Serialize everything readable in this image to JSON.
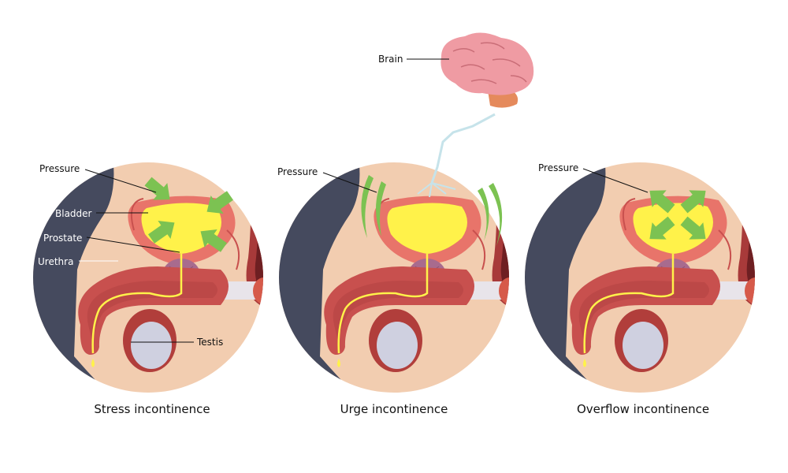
{
  "labels": {
    "brain": "Brain",
    "pressure": "Pressure",
    "bladder": "Bladder",
    "prostate": "Prostate",
    "urethra": "Urethra",
    "testis": "Testis"
  },
  "panels": [
    {
      "caption": "Stress incontinence"
    },
    {
      "caption": "Urge incontinence"
    },
    {
      "caption": "Overflow incontinence"
    }
  ],
  "colors": {
    "skin": "#f2cdb0",
    "background_body": "#454a5e",
    "tissue": "#c8504e",
    "bladder_wall": "#e8746a",
    "urine": "#fff24a",
    "prostate": "#a86b8e",
    "testis": "#cfd0e0",
    "arrow": "#7cc252",
    "brain": "#ef9ba3",
    "nerve": "#c6e3ea"
  }
}
